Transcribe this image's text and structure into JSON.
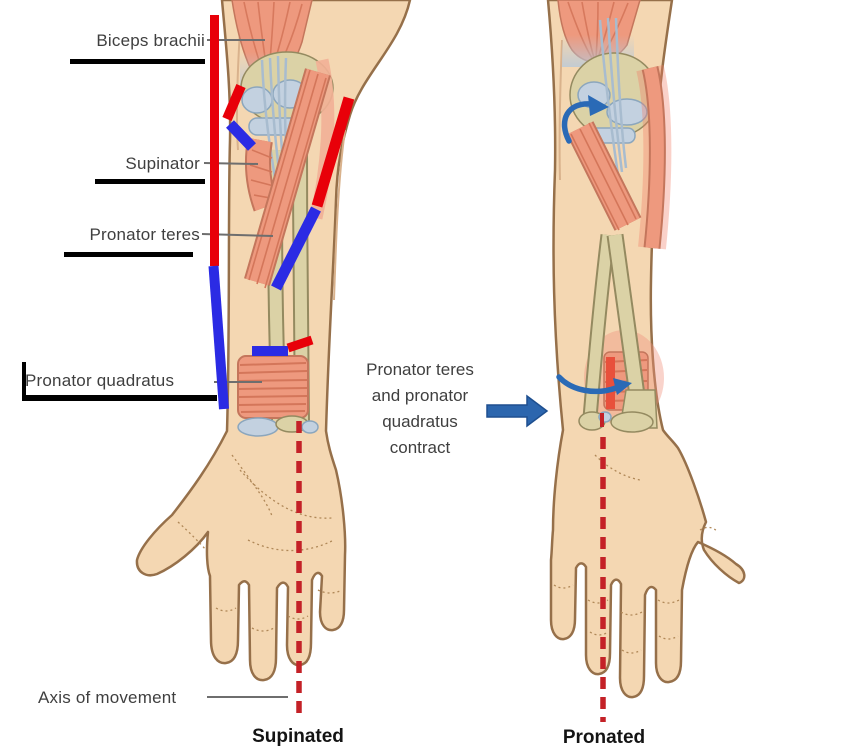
{
  "figure": {
    "muscle_labels": {
      "biceps_brachii": "Biceps brachii",
      "supinator": "Supinator",
      "pronator_teres": "Pronator teres",
      "pronator_quadratus": "Pronator quadratus"
    },
    "axis_label": "Axis of movement",
    "caption": {
      "line1": "Pronator teres",
      "line2": "and pronator",
      "line3": "quadratus",
      "line4": "contract"
    },
    "position_labels": {
      "left": "Supinated",
      "right": "Pronated"
    },
    "colors": {
      "annotation_red": "#e80009",
      "annotation_blue": "#2b2be4",
      "axis_red": "#c42127",
      "arrow_blue": "#2c66ae",
      "underline": "#000000",
      "label_text": "#3f3f3f",
      "bold_label_text": "#141414",
      "leader_gray": "#6e6e6e",
      "skin": "#f4d7b2",
      "muscle": "#ee997e",
      "bone": "#dbd2a6",
      "ligament": "#b7c8d9"
    }
  }
}
